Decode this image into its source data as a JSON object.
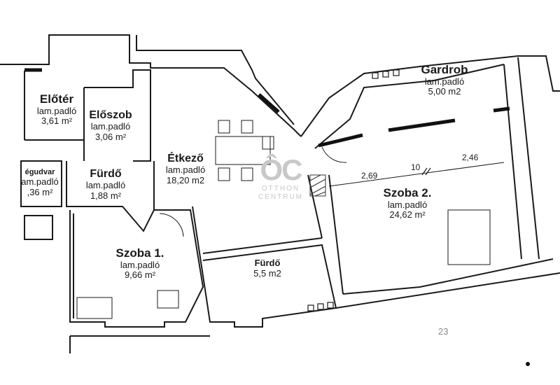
{
  "rooms": {
    "eloter": {
      "name": "Előtér",
      "floor": "lam.padló",
      "area": "3,61 m²"
    },
    "eloszoba": {
      "name": "Előszob",
      "floor": "lam.padló",
      "area": "3,06 m²"
    },
    "fenyudvar": {
      "name": "égudvar",
      "floor": "am.padló",
      "area": ",36 m²"
    },
    "furdo1": {
      "name": "Fürdő",
      "floor": "lam.padló",
      "area": "1,88 m²"
    },
    "etkezo": {
      "name": "Étkező",
      "floor": "lam.padló",
      "area": "18,20 m2"
    },
    "gardrob": {
      "name": "Gardrob",
      "floor": "lam.padló",
      "area": "5,00 m2"
    },
    "szoba2": {
      "name": "Szoba 2.",
      "floor": "lam.padló",
      "area": "24,62 m²"
    },
    "szoba1": {
      "name": "Szoba 1.",
      "floor": "lam.padló",
      "area": "9,66 m²"
    },
    "furdo2": {
      "name": "Fürdő",
      "area": "5,5 m2"
    }
  },
  "dimensions": {
    "d1": "2,69",
    "d2": "10",
    "d3": "2,46"
  },
  "logo": {
    "mark": "ÔC",
    "line1": "OTTHON",
    "line2": "CENTRUM"
  },
  "annotation": "23",
  "colors": {
    "wall": "#1a1a1a",
    "logo": "#c8c8c8"
  }
}
